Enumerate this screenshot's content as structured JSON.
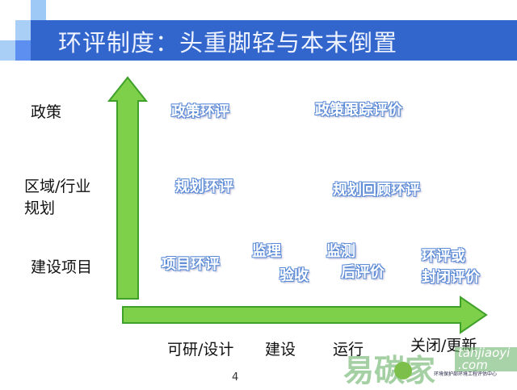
{
  "title": "环评制度：头重脚轻与本末倒置",
  "y_labels": [
    "政策",
    "区域/行业",
    "规划",
    "建设项目"
  ],
  "x_labels": [
    "可研/设计",
    "建设",
    "运行",
    "关闭/更新"
  ],
  "cells": [
    "政策环评",
    "政策跟踪评价",
    "规划环评",
    "规划回顾环评",
    "项目环评",
    "监理",
    "验收",
    "监测",
    "后评价",
    "环评或",
    "封闭评价"
  ],
  "page_number": "4",
  "watermark": {
    "cn": "易碳家",
    "en": "tanjiaoyi .com"
  },
  "logo_text": "环境保护部环境工程评估中心",
  "colors": {
    "title_bar": "#3366cc",
    "arrow": "#7ed04a"
  }
}
